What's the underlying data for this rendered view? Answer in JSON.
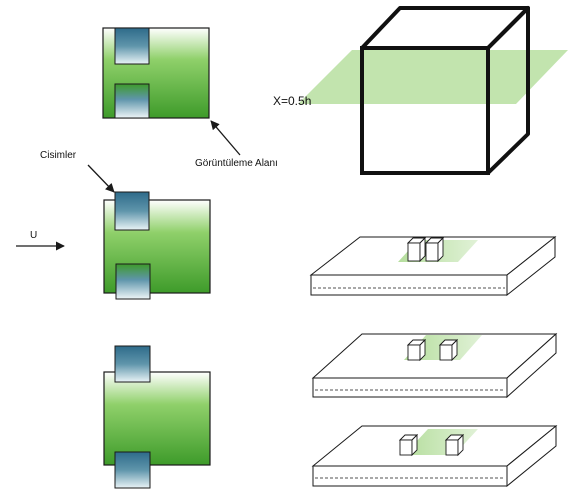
{
  "labels": {
    "plane": "X=0.5h",
    "bodies": "Cisimler",
    "view_area": "Görüntüleme Alanı",
    "flow": "U"
  },
  "colors": {
    "area_top": "#ffffff",
    "area_mid": "#6dc24a",
    "area_bottom": "#3e9b2a",
    "body_top": "#2e6b8a",
    "body_mid": "#7aa7b8",
    "body_bottom": "#eef5f7",
    "plane_fill": "#a8d88c",
    "outline": "#1a1a1a"
  }
}
